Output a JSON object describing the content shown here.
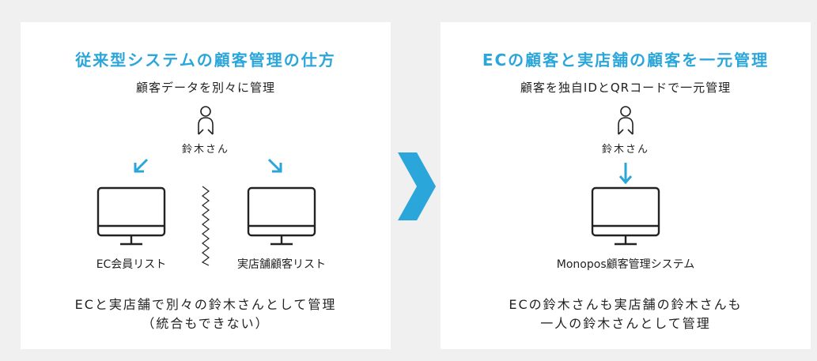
{
  "left": {
    "title": "従来型システムの顧客管理の仕方",
    "subtitle": "顧客データを別々に管理",
    "person_label": "鈴木さん",
    "ec_label": "EC会員リスト",
    "store_label": "実店舗顧客リスト",
    "bottom_line1": "ECと実店舗で別々の鈴木さんとして管理",
    "bottom_line2": "（統合もできない）"
  },
  "right": {
    "title": "ECの顧客と実店舗の顧客を一元管理",
    "subtitle": "顧客を独自IDとQRコードで一元管理",
    "person_label": "鈴木さん",
    "system_label": "Monopos顧客管理システム",
    "bottom_line1": "ECの鈴木さんも実店舗の鈴木さんも",
    "bottom_line2": "一人の鈴木さんとして管理"
  },
  "colors": {
    "accent": "#2ba6da",
    "background": "#f0f0f0",
    "panel": "#ffffff",
    "text": "#222222"
  },
  "icons": [
    "person-icon",
    "monitor-icon",
    "arrow-icon",
    "zigzag-divider"
  ]
}
